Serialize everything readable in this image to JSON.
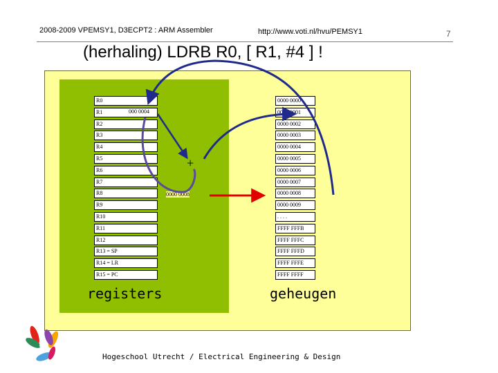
{
  "header": {
    "course": "2008-2009 VPEMSY1, D3ECPT2 : ARM Assembler",
    "url": "http://www.voti.nl/hvu/PEMSY1",
    "page_number": "7"
  },
  "title": "(herhaling) LDRB R0, [ R1, #4 ] !",
  "registers": {
    "label": "registers",
    "items": [
      "R0",
      "R1",
      "R2",
      "R3",
      "R4",
      "R5",
      "R6",
      "R7",
      "R8",
      "R9",
      "R10",
      "R11",
      "R12",
      "R13 = SP",
      "R14 = LR",
      "R15 = PC"
    ],
    "r1_value": "000 0004",
    "offset": "0000 0008",
    "plus": "+"
  },
  "memory": {
    "label": "geheugen",
    "items": [
      "0000 0000",
      "0000 0001",
      "0000 0002",
      "0000 0003",
      "0000 0004",
      "0000 0005",
      "0000 0006",
      "0000 0007",
      "0000 0008",
      "0000 0009",
      ". . . .",
      "FFFF FFFB",
      "FFFF FFFC",
      "FFFF FFFD",
      "FFFF FFFE",
      "FFFF FFFF"
    ]
  },
  "footer": "Hogeschool Utrecht / Electrical Engineering & Design",
  "colors": {
    "panel": "#ffff99",
    "registers_bg": "#8fbf00",
    "arrow_main": "#1f2a8c",
    "arrow_offset": "#e00000",
    "curve": "#5b4a9e"
  }
}
